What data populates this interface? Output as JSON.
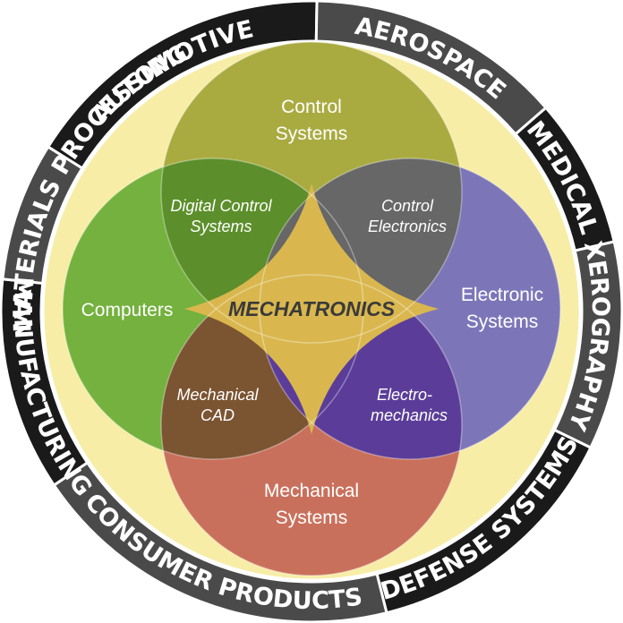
{
  "outer_ring": {
    "segments": [
      {
        "label": "AUTOMOTIVE",
        "color": "#1a1a1a"
      },
      {
        "label": "AEROSPACE",
        "color": "#4a4a4a"
      },
      {
        "label": "MEDICAL",
        "color": "#1a1a1a"
      },
      {
        "label": "XEROGRAPHY",
        "color": "#4a4a4a"
      },
      {
        "label": "DEFENSE SYSTEMS",
        "color": "#1a1a1a"
      },
      {
        "label": "CONSUMER PRODUCTS",
        "color": "#4a4a4a"
      },
      {
        "label": "MANUFACTURING",
        "color": "#1a1a1a"
      },
      {
        "label": "MATERIALS PROCESSING",
        "color": "#4a4a4a"
      }
    ]
  },
  "background_color": "#f7eda6",
  "circles": {
    "control": {
      "line1": "Control",
      "line2": "Systems",
      "color": "#a9ab41"
    },
    "computers": {
      "line1": "Computers",
      "color": "#74b13e"
    },
    "electronic": {
      "line1": "Electronic",
      "line2": "Systems",
      "color": "#7c76b9"
    },
    "mechanical": {
      "line1": "Mechanical",
      "line2": "Systems",
      "color": "#c9705c"
    }
  },
  "overlaps": {
    "digital_control": {
      "line1": "Digital Control",
      "line2": "Systems",
      "color": "#5c8f2b"
    },
    "control_electronics": {
      "line1": "Control",
      "line2": "Electronics",
      "color": "#676767"
    },
    "mechanical_cad": {
      "line1": "Mechanical",
      "line2": "CAD",
      "color": "#7b5432"
    },
    "electromechanics": {
      "line1": "Electro-",
      "line2": "mechanics",
      "color": "#5b3d99"
    }
  },
  "center": {
    "label": "MECHATRONICS",
    "color": "#d9b74e"
  }
}
